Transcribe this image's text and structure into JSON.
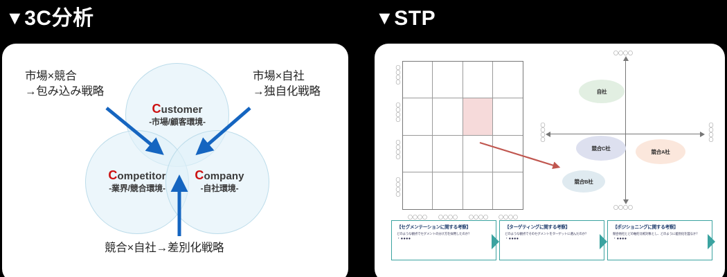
{
  "sections": {
    "three_c": {
      "triangle": "▼",
      "title": "3C分析",
      "notes": {
        "left": "市場×競合\n→包み込み戦略",
        "right": "市場×自社\n→独自化戦略",
        "bottom": "競合×自社→差別化戦略"
      },
      "circles": [
        {
          "cap": "C",
          "rest": "ustomer",
          "jp": "-市場/顧客環境-"
        },
        {
          "cap": "C",
          "rest": "ompetitor",
          "jp": "-業界/競合環境-"
        },
        {
          "cap": "C",
          "rest": "ompany",
          "jp": "-自社環境-"
        }
      ],
      "accent_color": "#cc1111",
      "arrow_color": "#1565c0",
      "circle_fill": "#e0f0f8"
    },
    "stp": {
      "triangle": "▼",
      "title": "STP",
      "grid": {
        "rows": 4,
        "cols": 4,
        "row_labels": [
          "〇〇〇〇",
          "〇〇〇〇",
          "〇〇〇〇",
          "〇〇〇〇"
        ],
        "col_labels": [
          "〇〇〇〇",
          "〇〇〇〇",
          "〇〇〇〇",
          "〇〇〇〇"
        ],
        "highlight_cell": {
          "row": 2,
          "col": 3
        },
        "highlight_color": "#f6dada"
      },
      "map": {
        "axis_labels": {
          "top": "〇〇〇〇",
          "bottom": "〇〇〇〇",
          "left": "〇〇〇〇",
          "right": "〇〇〇〇"
        },
        "bubbles": [
          {
            "label": "自社",
            "color": "#e2efe2"
          },
          {
            "label": "競合C社",
            "color": "#dde0ef"
          },
          {
            "label": "競合A社",
            "color": "#fbe7dc"
          },
          {
            "label": "競合B社",
            "color": "#dfeaf0"
          }
        ],
        "connector_color": "#c0564f"
      },
      "boxes": [
        {
          "title": "【セグメンテーションに関する考察】",
          "sub": "どのような観点でセグメントの分け方を採用したのか？",
          "bullets": "・●●●●"
        },
        {
          "title": "【ターゲティングに関する考察】",
          "sub": "どのような観点でそのセグメントをターゲットに選んだのか？",
          "bullets": "・●●●●"
        },
        {
          "title": "【ポジショニングに関する考察】",
          "sub": "競合他社とどの軸を比較対象とし、どのように差別化を図るか？",
          "bullets": "・●●●●"
        }
      ],
      "box_border_color": "#3aa3a0"
    }
  }
}
